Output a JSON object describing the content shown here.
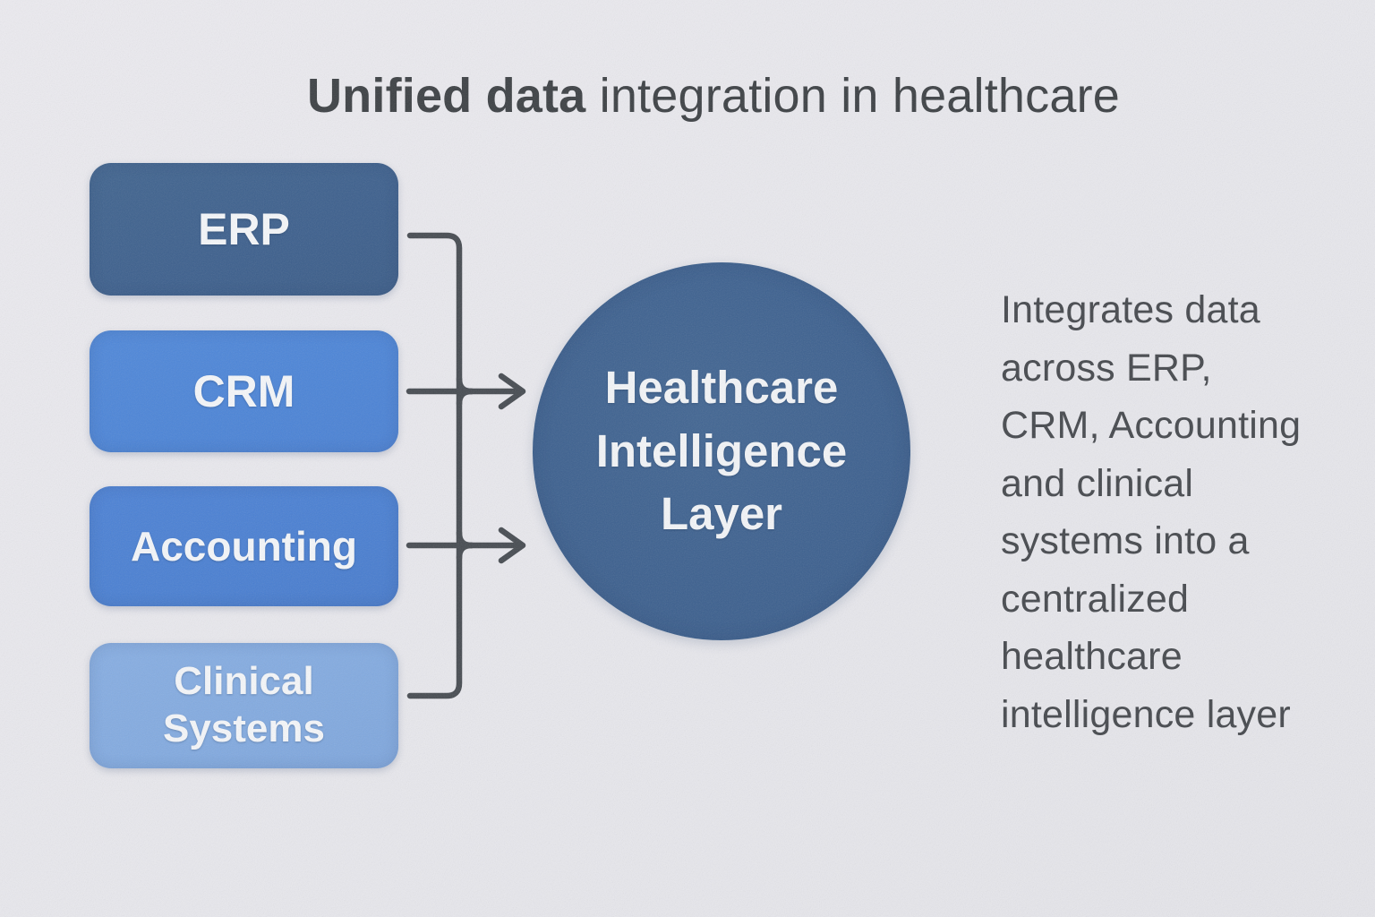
{
  "page": {
    "background_color": "#e9e9ee",
    "title": {
      "bold_part": "Unified data",
      "rest_part": " integration in healthcare",
      "color": "#3c4044"
    }
  },
  "diagram": {
    "sources": [
      {
        "id": "erp",
        "label": "ERP",
        "color": "#3c5f8d"
      },
      {
        "id": "crm",
        "label": "CRM",
        "color": "#4b84d7"
      },
      {
        "id": "accounting",
        "label": "Accounting",
        "color": "#497fd2"
      },
      {
        "id": "clinical",
        "label": "Clinical\nSystems",
        "color": "#82aae0"
      }
    ],
    "hub": {
      "label": "Healthcare\nIntelligence\nLayer",
      "color": "#3c608f",
      "text_color": "#f3f5f8"
    },
    "connector_color": "#464b51",
    "arrow_count": 2
  },
  "description": {
    "text": "Integrates data\nacross ERP,\nCRM, Accounting\nand clinical\nsystems into a\ncentralized\nhealthcare\nintelligence layer",
    "color": "#45484d"
  }
}
